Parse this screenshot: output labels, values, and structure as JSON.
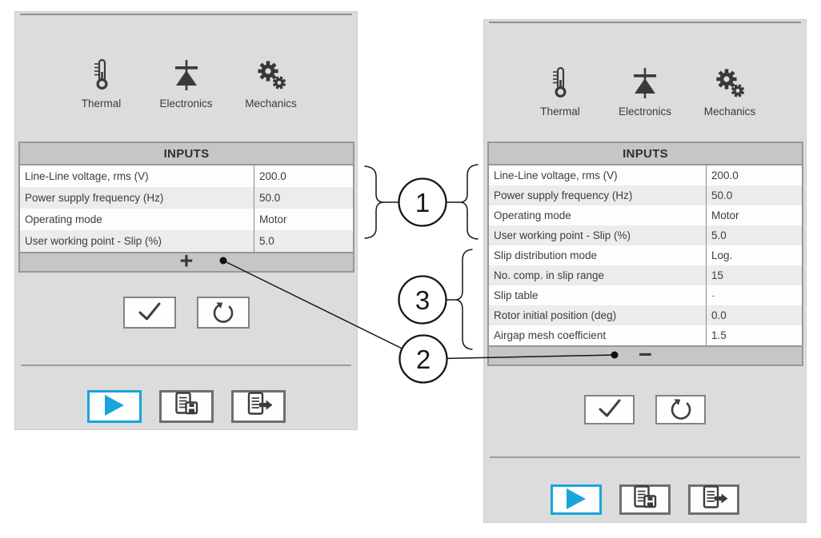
{
  "colors": {
    "accent_blue": "#18a5dc",
    "panel_bg": "#dcdcdc",
    "table_header_bg": "#c6c6c6",
    "row_stripe": "#ececec",
    "annotation_ink": "#161616"
  },
  "panel_left": {
    "tabs": [
      {
        "label": "Thermal",
        "icon": "thermometer-icon"
      },
      {
        "label": "Electronics",
        "icon": "diode-icon"
      },
      {
        "label": "Mechanics",
        "icon": "gears-icon"
      }
    ],
    "table": {
      "title": "INPUTS",
      "rows": [
        {
          "label": "Line-Line voltage, rms (V)",
          "value": "200.0"
        },
        {
          "label": "Power supply frequency (Hz)",
          "value": "50.0"
        },
        {
          "label": "Operating mode",
          "value": "Motor"
        },
        {
          "label": "User working point - Slip (%)",
          "value": "5.0"
        }
      ],
      "footer_button": "+"
    },
    "actions": {
      "validate_icon": "check-icon",
      "reset_icon": "rotate-ccw-icon"
    },
    "footer_actions": {
      "run_icon": "play-icon",
      "report_icon": "report-icon",
      "export_icon": "export-icon"
    }
  },
  "panel_right": {
    "tabs": [
      {
        "label": "Thermal",
        "icon": "thermometer-icon"
      },
      {
        "label": "Electronics",
        "icon": "diode-icon"
      },
      {
        "label": "Mechanics",
        "icon": "gears-icon"
      }
    ],
    "table": {
      "title": "INPUTS",
      "rows": [
        {
          "label": "Line-Line voltage, rms (V)",
          "value": "200.0"
        },
        {
          "label": "Power supply frequency (Hz)",
          "value": "50.0"
        },
        {
          "label": "Operating mode",
          "value": "Motor"
        },
        {
          "label": "User working point - Slip (%)",
          "value": "5.0"
        },
        {
          "label": "Slip distribution mode",
          "value": "Log."
        },
        {
          "label": "No. comp. in slip range",
          "value": "15"
        },
        {
          "label": "Slip table",
          "value": "-"
        },
        {
          "label": "Rotor initial position (deg)",
          "value": "0.0"
        },
        {
          "label": "Airgap mesh coefficient",
          "value": "1.5"
        }
      ],
      "footer_button": "−"
    },
    "actions": {
      "validate_icon": "check-icon",
      "reset_icon": "rotate-ccw-icon"
    },
    "footer_actions": {
      "run_icon": "play-icon",
      "report_icon": "report-icon",
      "export_icon": "export-icon"
    }
  },
  "annotations": {
    "callout_1": "1",
    "callout_2": "2",
    "callout_3": "3"
  }
}
